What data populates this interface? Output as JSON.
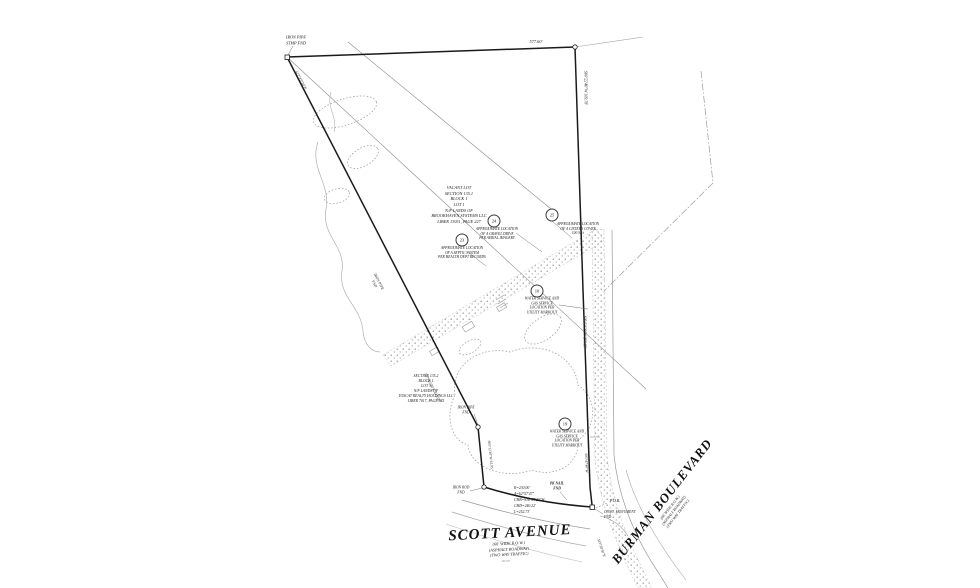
{
  "sheet": {
    "background": "#ffffff",
    "ink": "#1f1f1f",
    "light_ink": "#8c8c8c"
  },
  "monuments": {
    "nw_corner": "IRON PIPE\nSTMP FND",
    "pipe_fnd_mid": "IRON PIPE\nFND",
    "pipe_fnd_low": "IRON PIPE\nFND",
    "rod_fnd": "IRON ROD\nFND",
    "pk_nail": "PK NAIL\nFND",
    "conc_monument": "CONC. MONUMENT\nFND",
    "pob": "P.O.B."
  },
  "bearings": {
    "top_distance": "577.60'",
    "right_upper": "S06°22'40\"W 169.78'",
    "right_mid": "S05°58'20\"W 255.05'",
    "right_lower": "S05°47'40\"W",
    "left_upper": "S27°19'30\"E",
    "left_dim": "S27°19'30\"E 417.05'",
    "jog": "S05°12'40\"W 61.95'",
    "burman_edge": "S19°28'30\"E"
  },
  "parcel": {
    "subject": "VACANT LOT\nSECTION 135.1\nBLOCK 1\nLOT 1\nN/F LANDS OF\nBROOKHAVEN SYSTEMS LLC\nLIBER 13051, PAGE 227",
    "adjoiner": "SECTION 135.2\nBLOCK 1\nLOT 3\nN/F LANDS OF\nTOSCAT REALTY HOLDINGS LLC\nLIBER 7017, PAGE 945"
  },
  "notes": {
    "n25": {
      "num": "25",
      "text": "APPROXIMATE LOCATION\nOF A CISTERN COVER\n100 SF±"
    },
    "n24": {
      "num": "24",
      "text": "APPROXIMATE LOCATION\nOF A GRAVEL DRIVE\nPER AERIAL IMAGERY"
    },
    "n23": {
      "num": "23",
      "text": "APPROXIMATE LOCATION\nOF A SEPTIC SYSTEM\nPER HEALTH DEPT RECORDS"
    },
    "n10": {
      "num": "10",
      "text": "WATER SERVICE AND\nGAS SERVICE\nLOCATION PER\nUTILITY MARKOUT"
    },
    "n19": {
      "num": "19",
      "text": "WATER SERVICE AND\nGAS SERVICE\nLOCATION PER\nUTILITY MARKOUT"
    }
  },
  "curve": {
    "data": "R=230.00'\nΔ=62°57'47\"\nCHB=S36°25'23\"W\nCHD=240.22'\nL=252.73'"
  },
  "roads": {
    "scott": {
      "name": "SCOTT AVENUE",
      "details": "(66' WIDE R.O.W.)\n(ASPHALT ROADWAY)\n(TWO WAY TRAFFIC)",
      "extra": "60.00'"
    },
    "burman": {
      "name": "BURMAN BOULEVARD",
      "details": "(66' WIDE R.O.W.)\n(ASPHALT ROADWAY)\n(TWO WAY TRAFFIC)"
    }
  }
}
